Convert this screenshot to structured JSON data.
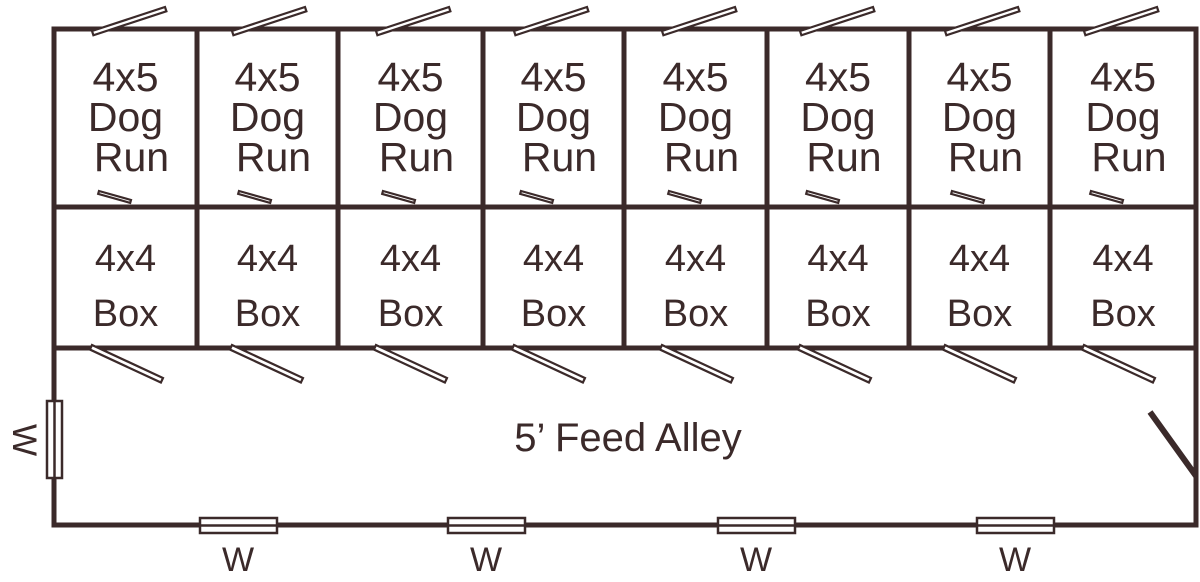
{
  "colors": {
    "wall": "#3b2a2a",
    "background": "#ffffff"
  },
  "dog_runs": [
    {
      "size": "4x5",
      "line1": "Dog",
      "line2": "Run"
    },
    {
      "size": "4x5",
      "line1": "Dog",
      "line2": "Run"
    },
    {
      "size": "4x5",
      "line1": "Dog",
      "line2": "Run"
    },
    {
      "size": "4x5",
      "line1": "Dog",
      "line2": "Run"
    },
    {
      "size": "4x5",
      "line1": "Dog",
      "line2": "Run"
    },
    {
      "size": "4x5",
      "line1": "Dog",
      "line2": "Run"
    },
    {
      "size": "4x5",
      "line1": "Dog",
      "line2": "Run"
    },
    {
      "size": "4x5",
      "line1": "Dog",
      "line2": "Run"
    }
  ],
  "boxes": [
    {
      "size": "4x4",
      "label": "Box"
    },
    {
      "size": "4x4",
      "label": "Box"
    },
    {
      "size": "4x4",
      "label": "Box"
    },
    {
      "size": "4x4",
      "label": "Box"
    },
    {
      "size": "4x4",
      "label": "Box"
    },
    {
      "size": "4x4",
      "label": "Box"
    },
    {
      "size": "4x4",
      "label": "Box"
    },
    {
      "size": "4x4",
      "label": "Box"
    }
  ],
  "feed_alley": {
    "label": "5’ Feed Alley"
  },
  "windows": {
    "bottom": [
      "W",
      "W",
      "W",
      "W"
    ],
    "left": [
      "W"
    ]
  }
}
